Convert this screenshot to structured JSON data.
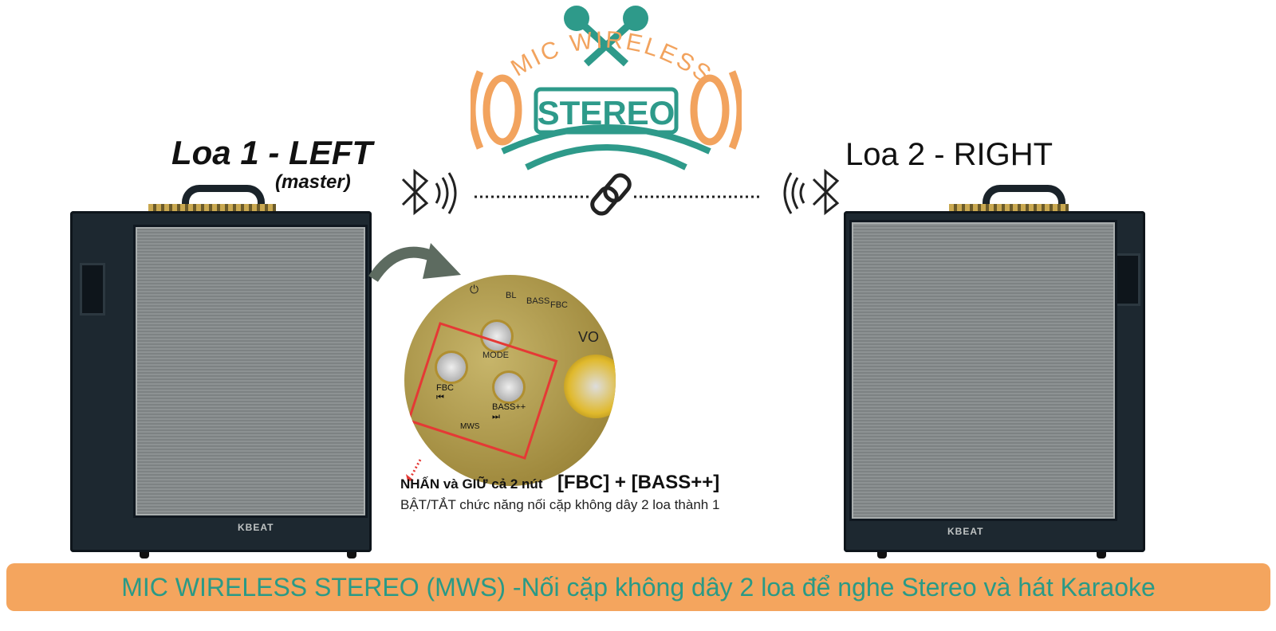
{
  "logo": {
    "arc_text": "MIC WIRELESS",
    "main_text": "STEREO",
    "teal": "#2e9a8a",
    "orange": "#f2a35e"
  },
  "left": {
    "title": "Loa 1 - LEFT",
    "subtitle": "(master)",
    "brand": "KBEAT"
  },
  "right": {
    "title": "Loa 2 - RIGHT",
    "brand": "KBEAT"
  },
  "panel": {
    "leds": [
      "BL",
      "BASS",
      "FBC"
    ],
    "mode": "MODE",
    "fbc": "FBC",
    "bass": "BASS++",
    "mws": "MWS",
    "vol": "VO"
  },
  "instruction": {
    "lead": "NHẤN và GIỮ cả 2 nút",
    "buttons": "[FBC] + [BASS++]",
    "body": "BẬT/TẮT chức năng nối cặp không dây 2 loa thành 1"
  },
  "banner": {
    "text": "MIC WIRELESS STEREO (MWS) -Nối cặp không dây 2 loa để nghe Stereo và hát Karaoke",
    "bg": "#f4a55e",
    "fg": "#2a9a86"
  }
}
